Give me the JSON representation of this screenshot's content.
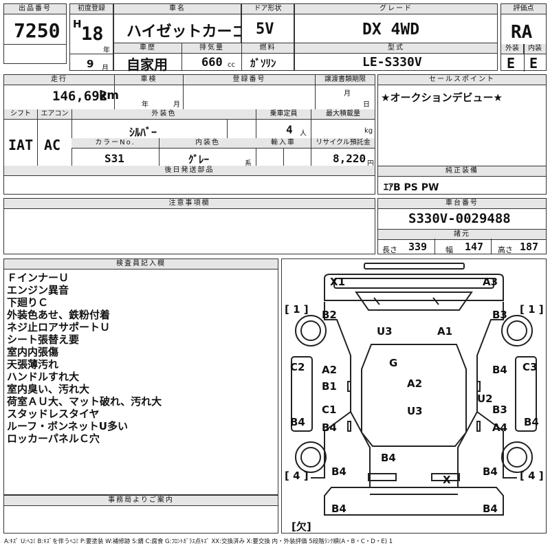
{
  "top": {
    "lot_header": "出品番号",
    "lot_number": "7250",
    "reg_header": "初度登録",
    "era": "H",
    "reg_year": "18",
    "year_unit": "年",
    "reg_month": "9",
    "month_unit": "月",
    "name_header": "車名",
    "car_name": "ハイゼットカーゴ",
    "doors_header": "ドア形状",
    "doors": "5V",
    "grade_header": "グレード",
    "grade": "DX 4WD",
    "score_header": "評価点",
    "score": "RA",
    "history_header": "車歴",
    "history": "自家用",
    "disp_header": "排気量",
    "displacement": "660",
    "disp_unit": "cc",
    "fuel_header": "燃料",
    "fuel": "ｶﾞｿﾘﾝ",
    "model_header": "型式",
    "model_code": "LE-S330V",
    "ext_header": "外装",
    "ext_grade": "E",
    "int_header": "内装",
    "int_grade": "E"
  },
  "middle": {
    "mileage_header": "走行",
    "mileage": "146,692",
    "mileage_unit": "km",
    "inspection_header": "車検",
    "insp_year_unit": "年",
    "insp_month_unit": "月",
    "plate_header": "登録番号",
    "transfer_header": "譲渡書類期限",
    "transfer_month_unit": "月",
    "transfer_day_unit": "日",
    "sales_header": "セールスポイント",
    "sales_point": "★オークションデビュー★",
    "shift_header": "シフト",
    "shift": "IAT",
    "ac_header": "エアコン",
    "ac": "AC",
    "exterior_color_header": "外装色",
    "exterior_color": "ｼﾙﾊﾞｰ",
    "capacity_header": "乗車定員",
    "capacity": "4",
    "capacity_unit": "人",
    "load_header": "最大積載量",
    "load_unit": "kg",
    "color_no_header": "カラーNo.",
    "color_no": "S31",
    "interior_color_header": "内装色",
    "interior_color": "ｸﾞﾚｰ",
    "interior_color_suffix": "系",
    "import_header": "輸入車",
    "recycle_header": "リサイクル預託金",
    "recycle_fee": "8,220",
    "recycle_unit": "円",
    "later_parts_header": "後日発送部品",
    "equipment_header": "純正装備",
    "equipment": "ｴｱB PS PW",
    "notes_header": "注意事項欄",
    "chassis_header": "車台番号",
    "chassis_number": "S330V-0029488",
    "spec_header": "諸元",
    "length_label": "長さ",
    "length": "339",
    "width_label": "幅",
    "width": "147",
    "height_label": "高さ",
    "height": "187"
  },
  "inspector": {
    "header": "検査員記入欄",
    "lines": [
      "ＦインナーＵ",
      "エンジン異音",
      "下廻りＣ",
      "外装色あせ、鉄粉付着",
      "ネジ止ロアサポートＵ",
      "シート張替え要",
      "室内内張傷",
      "天張薄汚れ",
      "ハンドルすれ大",
      "室内臭い、汚れ大",
      "荷室ＡＵ大、マット破れ、汚れ大",
      "スタッドレスタイヤ",
      "ルーフ・ボンネットU多い",
      "ロッカーパネルＣ穴"
    ]
  },
  "office": {
    "header": "事務局よりご案内"
  },
  "diagram": {
    "marks": {
      "x1": "X1",
      "a3": "A3",
      "tire_fl": "[ 1 ]",
      "tire_fr": "[ 1 ]",
      "b2": "B2",
      "u3_top": "U3",
      "a1": "A1",
      "b3_top": "B3",
      "c2": "C2",
      "g": "G",
      "c3": "C3",
      "a2_left": "A2",
      "b4_right_top": "B4",
      "b1": "B1",
      "a2_center": "A2",
      "u2": "U2",
      "c1": "C1",
      "u3_center": "U3",
      "b3_right": "B3",
      "b4_left_side": "B4",
      "b4_left": "B4",
      "a4": "A4",
      "b4_right_side": "B4",
      "b4_lower": "B4",
      "tire_rl": "[ 4 ]",
      "tire_rr": "[ 4 ]",
      "b4_rear_left": "B4",
      "b4_rear_right": "B4",
      "x_rear": "X",
      "b4_bottom_left": "B4",
      "b4_bottom_right": "B4",
      "missing": "[欠]"
    }
  },
  "legend": "A:ｷｽﾞ U:ﾍｺﾐ B:ｷｽﾞを伴うﾍｺﾐ P:要塗装 W:補修跡 S:錆 C:腐食 G:ﾌﾛﾝﾄｶﾞﾗｽ点ｷｽﾞ XX:交換済み X:要交換 内・外装評価 5段階ﾗﾝｸ順(A・B・C・D・E) 1"
}
